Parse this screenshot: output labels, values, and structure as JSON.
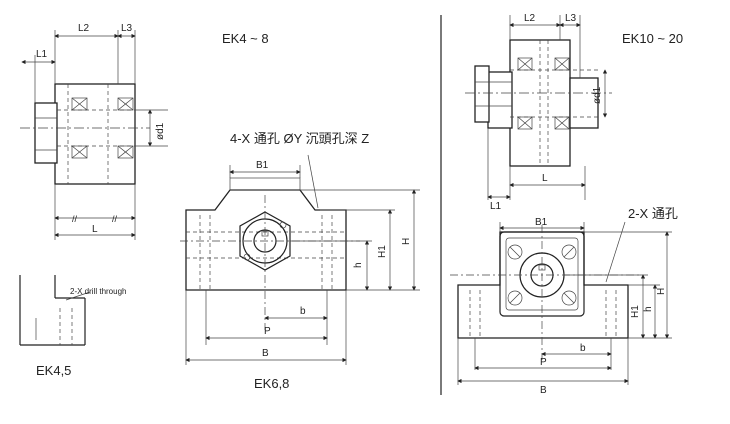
{
  "titles": {
    "ek4_8": "EK4 ~ 8",
    "ek10_20": "EK10 ~ 20",
    "ek4_5": "EK4,5",
    "ek6_8": "EK6,8"
  },
  "notes": {
    "counterbore": "4-X 通孔 ØY 沉頭孔深 Z",
    "drill_through": "2-X drill through",
    "through_hole": "2-X 通孔"
  },
  "dims": {
    "L": "L",
    "L1": "L1",
    "L2": "L2",
    "L3": "L3",
    "d1": "ød1",
    "B": "B",
    "B1": "B1",
    "P": "P",
    "b": "b",
    "h": "h",
    "H": "H",
    "H1": "H1"
  }
}
